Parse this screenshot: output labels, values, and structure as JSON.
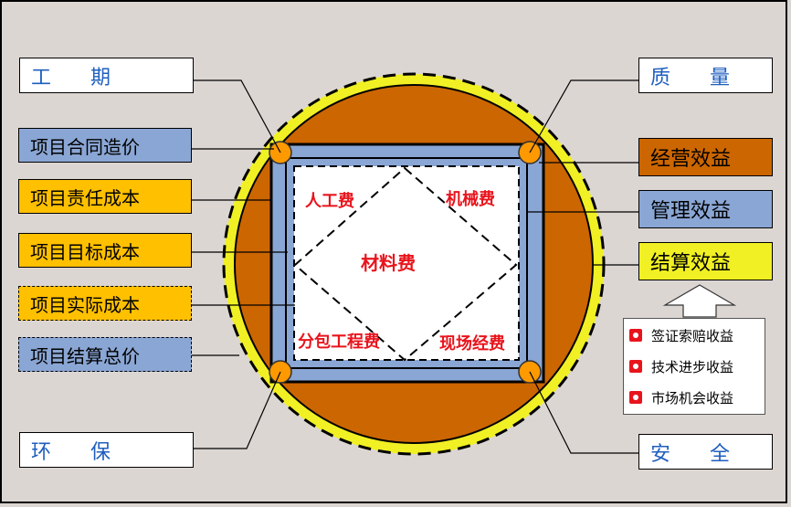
{
  "left_labels": {
    "schedule": "工  期",
    "contract_price": "项目合同造价",
    "responsibility_cost": "项目责任成本",
    "target_cost": "项目目标成本",
    "actual_cost": "项目实际成本",
    "settlement_total": "项目结算总价",
    "environment": "环  保"
  },
  "right_labels": {
    "quality": "质  量",
    "operating_benefit": "经营效益",
    "management_benefit": "管理效益",
    "settlement_benefit": "结算效益",
    "safety": "安  全"
  },
  "costs": {
    "labor": "人工费",
    "machinery": "机械费",
    "material": "材料费",
    "subcontract": "分包工程费",
    "site": "现场经费"
  },
  "income_items": [
    "签证索赔收益",
    "技术进步收益",
    "市场机会收益"
  ],
  "colors": {
    "background": "#dcd6d3",
    "yellow_ring": "#f0f024",
    "brown_disk": "#cc6600",
    "blue_frame": "#8aa6d4",
    "gold_node": "#ff9900",
    "text_red": "#e8141c",
    "text_blue": "#1f5fbf"
  }
}
